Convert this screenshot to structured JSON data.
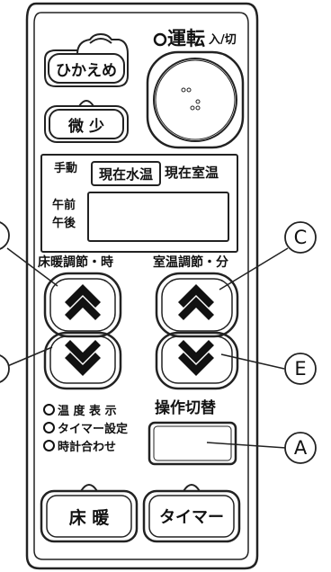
{
  "power": {
    "label": "運転",
    "sub": "入/切"
  },
  "buttons": {
    "hikaeme": "ひかえめ",
    "bishou": "微 少",
    "floor_heat": "床 暖",
    "timer": "タイマー"
  },
  "display": {
    "manual": "手動",
    "water_temp": "現在水温",
    "room_temp": "現在室温",
    "am": "午前",
    "pm": "午後"
  },
  "sections": {
    "floor_adjust": "床暖調節・時",
    "room_adjust": "室温調節・分",
    "mode_switch": "操作切替"
  },
  "indicators": [
    "温 度 表 示",
    "タイマー設定",
    "時計合わせ"
  ],
  "callouts": {
    "c": "C",
    "e": "E",
    "a": "A"
  }
}
